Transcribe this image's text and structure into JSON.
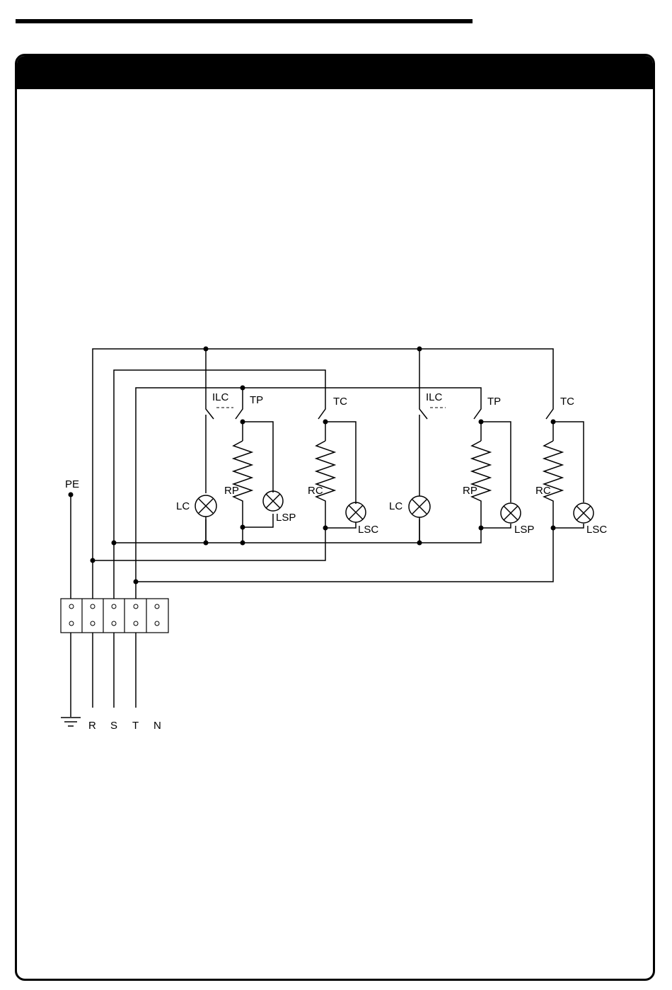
{
  "diagram": {
    "ground_label": "PE",
    "terminal_labels": {
      "r": "R",
      "s": "S",
      "t": "T",
      "n": "N"
    },
    "zones": [
      {
        "ilc": "ILC",
        "tp": "TP",
        "tc": "TC",
        "lc": "LC",
        "rp": "RP",
        "lsp": "LSP",
        "rc": "RC",
        "lsc": "LSC"
      },
      {
        "ilc": "ILC",
        "tp": "TP",
        "tc": "TC",
        "lc": "LC",
        "rp": "RP",
        "lsp": "LSP",
        "rc": "RC",
        "lsc": "LSC"
      }
    ]
  }
}
